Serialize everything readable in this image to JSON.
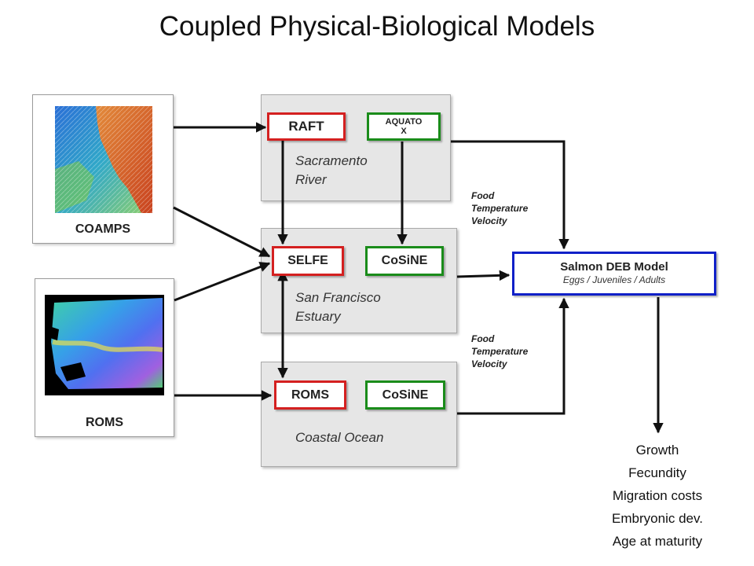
{
  "title": "Coupled Physical-Biological Models",
  "image_panels": [
    {
      "label": "COAMPS"
    },
    {
      "label": "ROMS"
    }
  ],
  "regions": {
    "sacramento": {
      "name_line1": "Sacramento",
      "name_line2": "River",
      "model": "RAFT",
      "bio_model_line1": "AQUATO",
      "bio_model_line2": "X"
    },
    "sf_estuary": {
      "name_line1": "San Francisco",
      "name_line2": "Estuary",
      "model": "SELFE",
      "bio_model": "CoSiNE"
    },
    "coastal": {
      "name": "Coastal Ocean",
      "model": "ROMS",
      "bio_model": "CoSiNE"
    }
  },
  "fluxes_upper": [
    "Food",
    "Temperature",
    "Velocity"
  ],
  "fluxes_lower": [
    "Food",
    "Temperature",
    "Velocity"
  ],
  "salmon_model": {
    "title": "Salmon DEB Model",
    "subtitle": "Eggs / Juveniles / Adults"
  },
  "outputs": [
    "Growth",
    "Fecundity",
    "Migration costs",
    "Embryonic dev.",
    "Age at maturity"
  ],
  "colors": {
    "physical_model_border": "#d42020",
    "bio_model_border": "#1a8c1a",
    "salmon_model_border": "#1020c8"
  }
}
